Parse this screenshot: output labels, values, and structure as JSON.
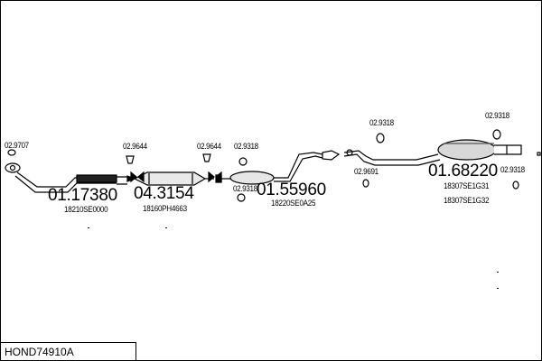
{
  "model_code": "HOND74910A",
  "components": [
    {
      "part_number": "01.17380",
      "ref": "18210SE0000"
    },
    {
      "part_number": "04.3154",
      "ref": "18160PH4663"
    },
    {
      "part_number": "01.55960",
      "ref": "18220SE0A25"
    },
    {
      "part_number": "01.68220",
      "ref": "18307SE1G31",
      "ref2": "18307SE1G32"
    }
  ],
  "fittings": [
    "02.9707",
    "02.9644",
    "02.9644",
    "02.9318",
    "02.9318",
    "02.9318",
    "02.9691",
    "02.9318",
    "02.9318"
  ]
}
